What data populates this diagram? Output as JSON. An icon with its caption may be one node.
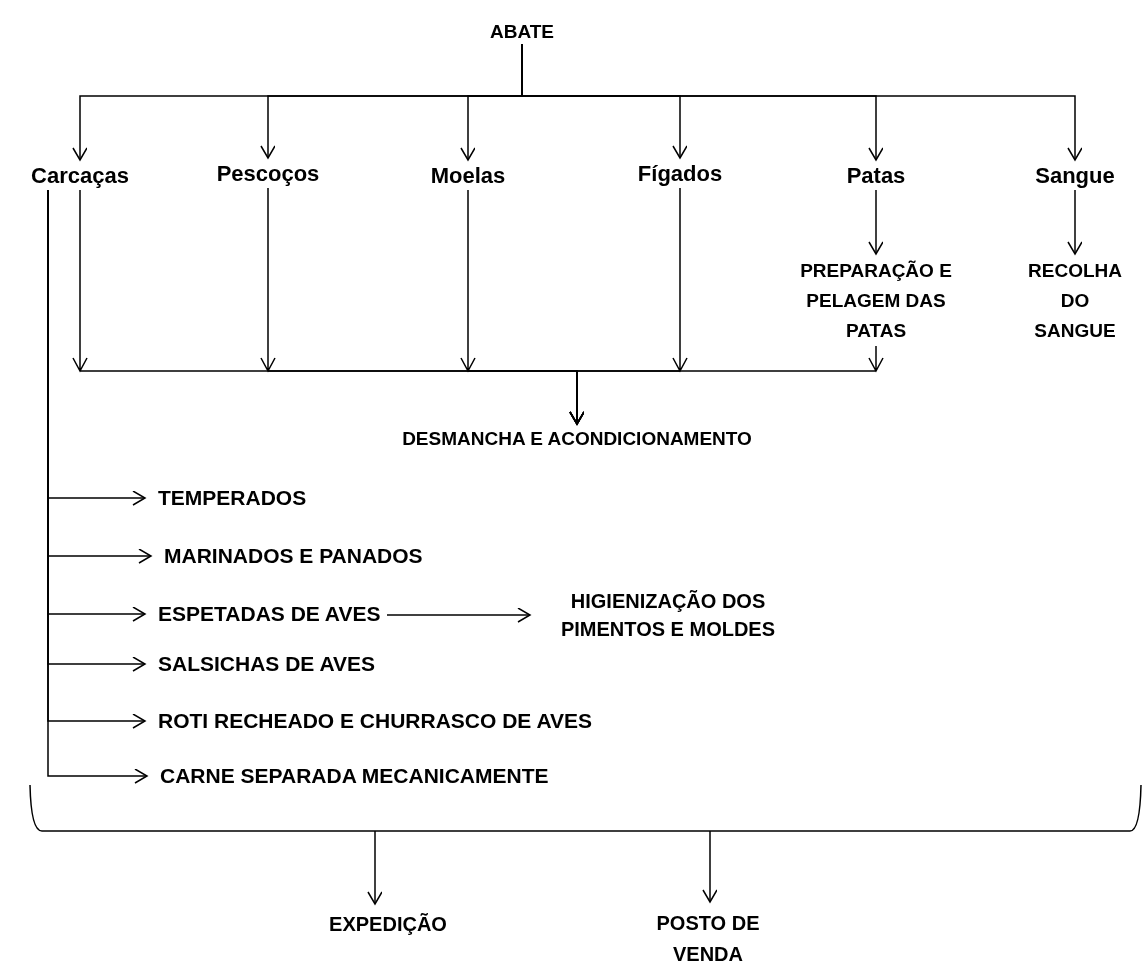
{
  "diagram": {
    "nodes": [
      {
        "text": [
          "ABATE"
        ]
      },
      {
        "text": [
          "Carcaças"
        ]
      },
      {
        "text": [
          "Pescoços"
        ]
      },
      {
        "text": [
          "Moelas"
        ]
      },
      {
        "text": [
          "Fígados"
        ]
      },
      {
        "text": [
          "Patas"
        ]
      },
      {
        "text": [
          "Sangue"
        ]
      },
      {
        "text": [
          "PREPARAÇÃO E PELAGEM DAS PATAS"
        ]
      },
      {
        "text": [
          "RECOLHA DO SANGUE"
        ]
      },
      {
        "text": [
          "DESMANCHA E ACONDICIONAMENTO"
        ]
      },
      {
        "text": [
          "TEMPERADOS"
        ]
      },
      {
        "text": [
          "MARINADOS E PANADOS"
        ]
      },
      {
        "text": [
          "ESPETADAS DE AVES"
        ]
      },
      {
        "text": [
          "HIGIENIZAÇÃO DOS PIMENTOS E MOLDES"
        ]
      },
      {
        "text": [
          "SALSICHAS DE AVES"
        ]
      },
      {
        "text": [
          "ROTI RECHEADO E CHURRASCO DE AVES"
        ]
      },
      {
        "text": [
          "CARNE SEPARADA MECANICAMENTE"
        ]
      },
      {
        "text": [],
        "shape": "bracket"
      },
      {
        "text": [
          "EXPEDIÇÃO"
        ]
      },
      {
        "text": [
          "POSTO DE VENDA"
        ]
      }
    ],
    "edges": [
      {
        "from": 0,
        "to": 1,
        "arrow": "to"
      },
      {
        "from": 0,
        "to": 2,
        "arrow": "to"
      },
      {
        "from": 0,
        "to": 3,
        "arrow": "to"
      },
      {
        "from": 0,
        "to": 4,
        "arrow": "to"
      },
      {
        "from": 0,
        "to": 5,
        "arrow": "to"
      },
      {
        "from": 0,
        "to": 6,
        "arrow": "to"
      },
      {
        "from": 5,
        "to": 7,
        "arrow": "to"
      },
      {
        "from": 6,
        "to": 8,
        "arrow": "to"
      },
      {
        "from": 1,
        "to": 9,
        "arrow": "to"
      },
      {
        "from": 2,
        "to": 9,
        "arrow": "to"
      },
      {
        "from": 3,
        "to": 9,
        "arrow": "to"
      },
      {
        "from": 4,
        "to": 9,
        "arrow": "to"
      },
      {
        "from": 7,
        "to": 9,
        "arrow": "to"
      },
      {
        "from": 1,
        "to": 10,
        "arrow": "to"
      },
      {
        "from": 1,
        "to": 11,
        "arrow": "to"
      },
      {
        "from": 1,
        "to": 12,
        "arrow": "to"
      },
      {
        "from": 12,
        "to": 13,
        "arrow": "to"
      },
      {
        "from": 1,
        "to": 14,
        "arrow": "to"
      },
      {
        "from": 1,
        "to": 15,
        "arrow": "to"
      },
      {
        "from": 1,
        "to": 16,
        "arrow": "to"
      },
      {
        "from": 17,
        "to": 18,
        "arrow": "to"
      },
      {
        "from": 17,
        "to": 19,
        "arrow": "to"
      }
    ]
  }
}
